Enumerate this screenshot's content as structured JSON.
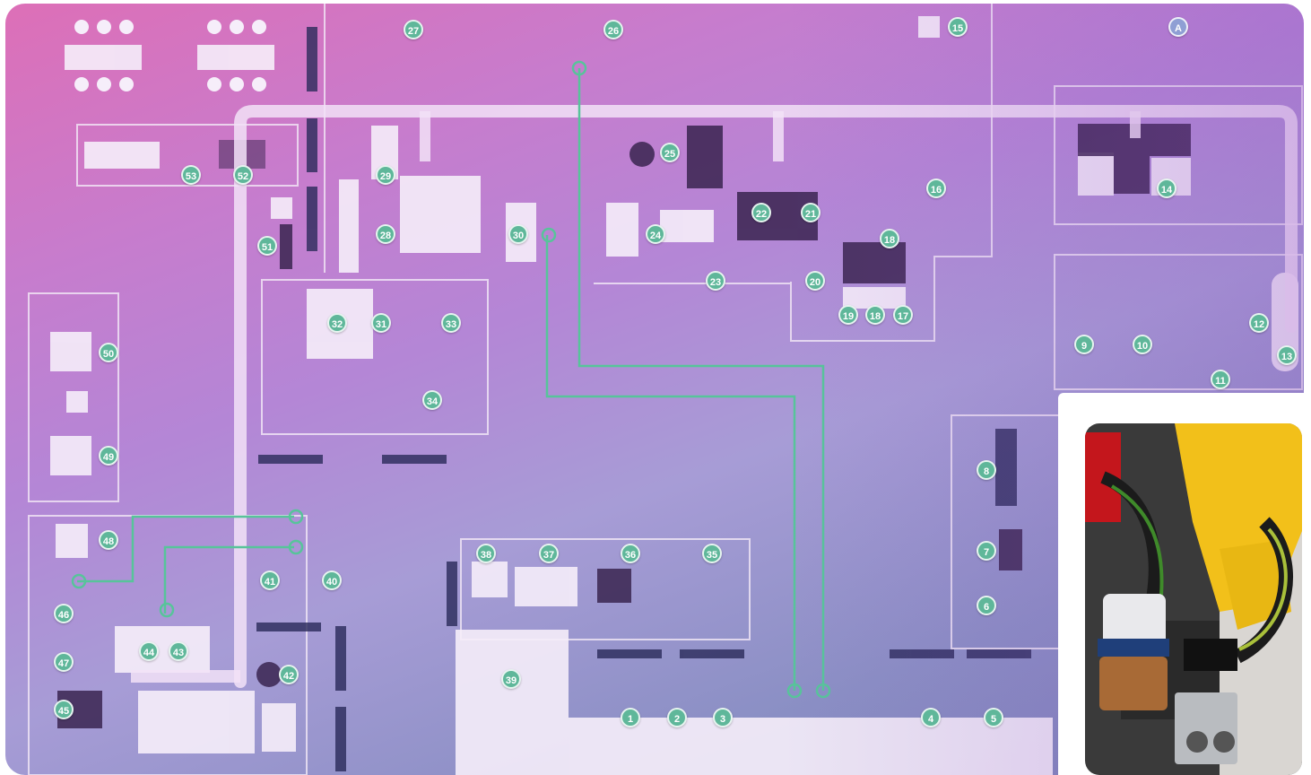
{
  "colors": {
    "marker_fill": "#5fb79a",
    "zone_marker_fill": "#8f9fd4",
    "route_line": "#57c49a",
    "duct": "#f2e2f7",
    "wall": "#f3e8f6"
  },
  "map": {
    "markers": [
      {
        "label": "1"
      },
      {
        "label": "2"
      },
      {
        "label": "3"
      },
      {
        "label": "4"
      },
      {
        "label": "5"
      },
      {
        "label": "6"
      },
      {
        "label": "7"
      },
      {
        "label": "8"
      },
      {
        "label": "9"
      },
      {
        "label": "10"
      },
      {
        "label": "11"
      },
      {
        "label": "12"
      },
      {
        "label": "13"
      },
      {
        "label": "14"
      },
      {
        "label": "15"
      },
      {
        "label": "16"
      },
      {
        "label": "17"
      },
      {
        "label": "18"
      },
      {
        "label": "18"
      },
      {
        "label": "19"
      },
      {
        "label": "20"
      },
      {
        "label": "21"
      },
      {
        "label": "22"
      },
      {
        "label": "23"
      },
      {
        "label": "24"
      },
      {
        "label": "25"
      },
      {
        "label": "26"
      },
      {
        "label": "27"
      },
      {
        "label": "28"
      },
      {
        "label": "29"
      },
      {
        "label": "30"
      },
      {
        "label": "31"
      },
      {
        "label": "32"
      },
      {
        "label": "33"
      },
      {
        "label": "34"
      },
      {
        "label": "35"
      },
      {
        "label": "36"
      },
      {
        "label": "37"
      },
      {
        "label": "38"
      },
      {
        "label": "39"
      },
      {
        "label": "40"
      },
      {
        "label": "41"
      },
      {
        "label": "42"
      },
      {
        "label": "43"
      },
      {
        "label": "44"
      },
      {
        "label": "45"
      },
      {
        "label": "46"
      },
      {
        "label": "47"
      },
      {
        "label": "48"
      },
      {
        "label": "49"
      },
      {
        "label": "50"
      },
      {
        "label": "51"
      },
      {
        "label": "52"
      },
      {
        "label": "53"
      }
    ],
    "zone_marker": {
      "label": "A"
    }
  },
  "photo": {
    "subject": "robot-arm-lubricator-photo"
  }
}
